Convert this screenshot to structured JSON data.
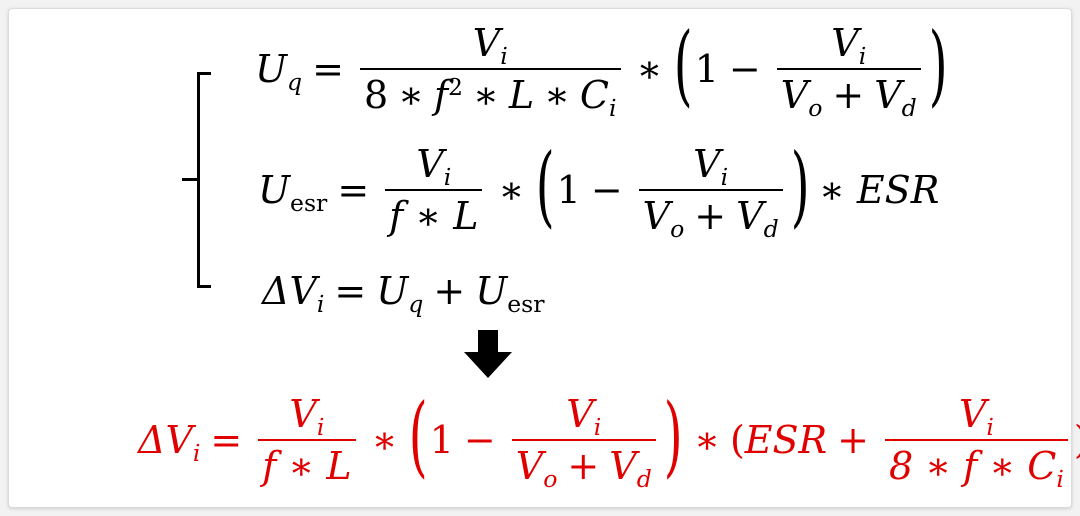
{
  "eq1": {
    "lhs": "U",
    "lhs_sub": "q",
    "eq": "=",
    "num": "V",
    "num_sub": "i",
    "den": [
      "8",
      "∗",
      "f",
      "2",
      "∗",
      "L",
      "∗",
      "C",
      "i"
    ],
    "mult": "∗",
    "one": "1",
    "minus": "−",
    "inner_num": "V",
    "inner_num_sub": "i",
    "inner_den_a": "V",
    "inner_den_a_sub": "o",
    "plus": "+",
    "inner_den_b": "V",
    "inner_den_b_sub": "d"
  },
  "eq2": {
    "lhs": "U",
    "lhs_sub": "esr",
    "eq": "=",
    "num": "V",
    "num_sub": "i",
    "den": "f ∗ L",
    "mult": "∗",
    "one": "1",
    "minus": "−",
    "inner_num": "V",
    "inner_num_sub": "i",
    "inner_den_a": "V",
    "inner_den_a_sub": "o",
    "plus": "+",
    "inner_den_b": "V",
    "inner_den_b_sub": "d",
    "tail": "∗ ESR"
  },
  "eq3": {
    "lhs": "ΔV",
    "lhs_sub": "i",
    "eq": "=",
    "a": "U",
    "a_sub": "q",
    "plus": "+",
    "b": "U",
    "b_sub": "esr"
  },
  "result": {
    "lhs": "ΔV",
    "lhs_sub": "i",
    "eq": "=",
    "num": "V",
    "num_sub": "i",
    "den": "f ∗ L",
    "mult": "∗",
    "one": "1",
    "minus": "−",
    "inner_num": "V",
    "inner_num_sub": "i",
    "inner_den_a": "V",
    "inner_den_a_sub": "o",
    "plus": "+",
    "inner_den_b": "V",
    "inner_den_b_sub": "d",
    "mult2": "∗",
    "open": "(",
    "esr": "ESR",
    "plus2": "+",
    "frac2_num": "V",
    "frac2_num_sub": "i",
    "frac2_den": "8 ∗ f ∗ C",
    "frac2_den_sub": "i",
    "close": ")"
  },
  "colors": {
    "result": "#e00000",
    "text": "#000000"
  },
  "icons": {
    "arrow": "down-arrow-icon"
  }
}
